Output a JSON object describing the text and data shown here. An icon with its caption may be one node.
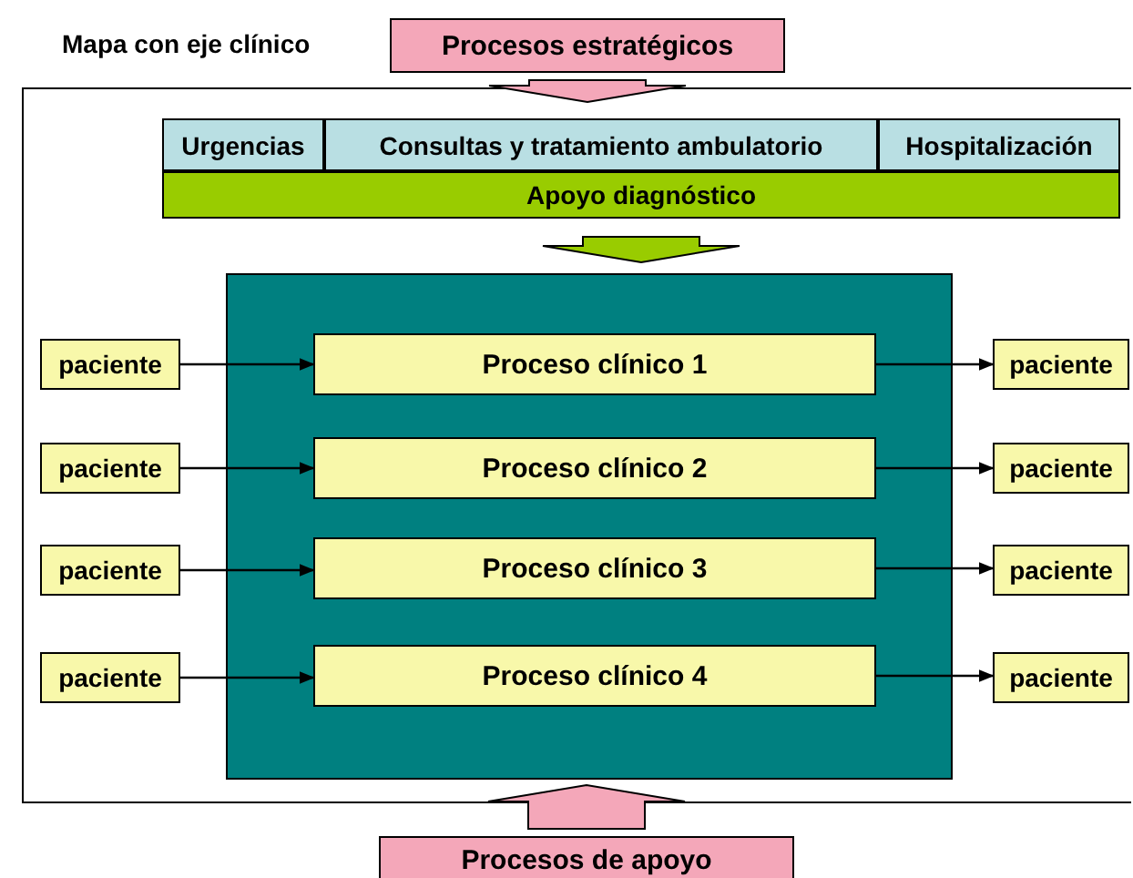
{
  "diagram": {
    "title": "Mapa con eje clínico",
    "nodes": [
      {
        "text": [
          "Procesos estratégicos"
        ]
      },
      {
        "text": [],
        "shape": "box"
      },
      {
        "text": [
          "Urgencias"
        ],
        "in": 1
      },
      {
        "text": [
          "Consultas y tratamiento ambulatorio"
        ],
        "in": 1
      },
      {
        "text": [
          "Hospitalización"
        ],
        "in": 1
      },
      {
        "text": [
          "Apoyo diagnóstico"
        ],
        "in": 1
      },
      {
        "text": [],
        "shape": "box",
        "in": 1
      },
      {
        "text": [
          "Proceso clínico 1"
        ],
        "in": 6
      },
      {
        "text": [
          "Proceso clínico 2"
        ],
        "in": 6
      },
      {
        "text": [
          "Proceso clínico 3"
        ],
        "in": 6
      },
      {
        "text": [
          "Proceso clínico 4"
        ],
        "in": 6
      },
      {
        "text": [
          "paciente"
        ],
        "in": 1
      },
      {
        "text": [
          "paciente"
        ],
        "in": 1
      },
      {
        "text": [
          "paciente"
        ],
        "in": 1
      },
      {
        "text": [
          "paciente"
        ],
        "in": 1
      },
      {
        "text": [
          "paciente"
        ],
        "in": 1
      },
      {
        "text": [
          "paciente"
        ],
        "in": 1
      },
      {
        "text": [
          "paciente"
        ],
        "in": 1
      },
      {
        "text": [
          "paciente"
        ],
        "in": 1
      },
      {
        "text": [
          "Procesos de apoyo"
        ]
      }
    ],
    "edges": [
      {
        "from": 0,
        "to": 1,
        "arrow": "to",
        "style": "thick",
        "color": "#f4a7b9"
      },
      {
        "from": 5,
        "to": 6,
        "arrow": "to",
        "style": "thick",
        "color": "#99cc00"
      },
      {
        "from": 19,
        "to": 1,
        "arrow": "to",
        "style": "thick",
        "color": "#f4a7b9"
      },
      {
        "from": 11,
        "to": 7,
        "arrow": "to"
      },
      {
        "from": 7,
        "to": 15,
        "arrow": "to"
      },
      {
        "from": 12,
        "to": 8,
        "arrow": "to"
      },
      {
        "from": 8,
        "to": 16,
        "arrow": "to"
      },
      {
        "from": 13,
        "to": 9,
        "arrow": "to"
      },
      {
        "from": 9,
        "to": 17,
        "arrow": "to"
      },
      {
        "from": 14,
        "to": 10,
        "arrow": "to"
      },
      {
        "from": 10,
        "to": 18,
        "arrow": "to"
      }
    ]
  }
}
